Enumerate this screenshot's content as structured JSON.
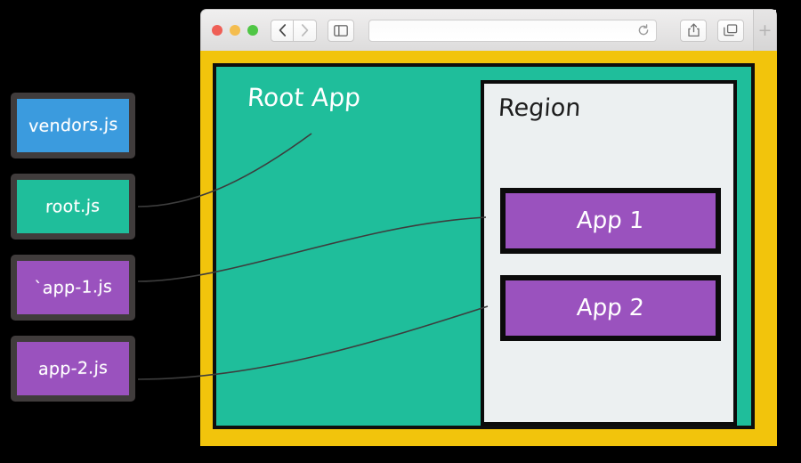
{
  "diagram": {
    "title": "Single-SPA micro frontend bundle routing diagram",
    "colors": {
      "teal": "#1fbe9b",
      "purple": "#9a52be",
      "blue": "#3b9bde",
      "yellow": "#f2c40c",
      "panel_gray": "#ecf0f1",
      "box_border": "#403c3c",
      "black": "#0b0b0b",
      "white": "#ffffff"
    },
    "files": [
      {
        "id": "vendors",
        "label": "vendors.js",
        "color": "#3b9bde"
      },
      {
        "id": "root",
        "label": "root.js",
        "color": "#1fbe9b"
      },
      {
        "id": "app1",
        "label": "`app-1.js",
        "color": "#9a52be"
      },
      {
        "id": "app2",
        "label": "app-2.js",
        "color": "#9a52be"
      }
    ],
    "connections": [
      {
        "from": "root.js",
        "to": "Root App"
      },
      {
        "from": "`app-1.js",
        "to": "App 1"
      },
      {
        "from": "app-2.js",
        "to": "App 2"
      }
    ]
  },
  "browser": {
    "window_controls": {
      "close": "close-button",
      "minimize": "minimize-button",
      "zoom": "zoom-button"
    },
    "nav": {
      "back_label": "‹",
      "forward_label": "›",
      "sidebar_label": "sidebar-toggle"
    },
    "address_bar": {
      "value": "",
      "placeholder": ""
    },
    "toolbar": {
      "share_label": "share",
      "tabs_label": "tab-overview",
      "new_tab_label": "+",
      "reload_label": "reload"
    }
  },
  "canvas": {
    "root_app_title": "Root App",
    "region_title": "Region",
    "apps": [
      {
        "id": "app-1",
        "label": "App 1"
      },
      {
        "id": "app-2",
        "label": "App 2"
      }
    ]
  }
}
